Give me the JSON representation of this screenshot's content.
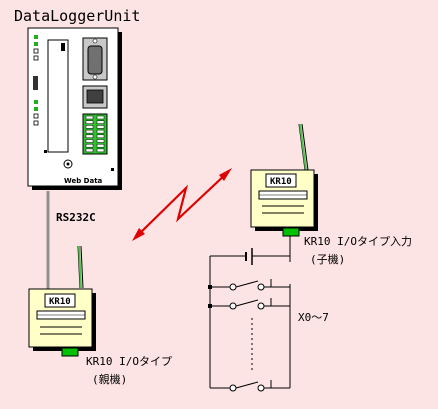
{
  "title": "DataLoggerUnit",
  "logger_brand": "Web Data",
  "link_label": "RS232C",
  "parent_module": {
    "badge": "KR10",
    "label_line1": "KR10 I/Oタイプ",
    "label_line2": "(親機)"
  },
  "child_module": {
    "badge": "KR10",
    "label_line1": "KR10 I/Oタイプ入力",
    "label_line2": "(子機)"
  },
  "inputs_label": "X0～7",
  "colors": {
    "background": "#fde4e4",
    "signal": "#e00000",
    "connector": "#00c000",
    "module_fill": "#ffffc8",
    "terminal_green": "#30c030"
  }
}
